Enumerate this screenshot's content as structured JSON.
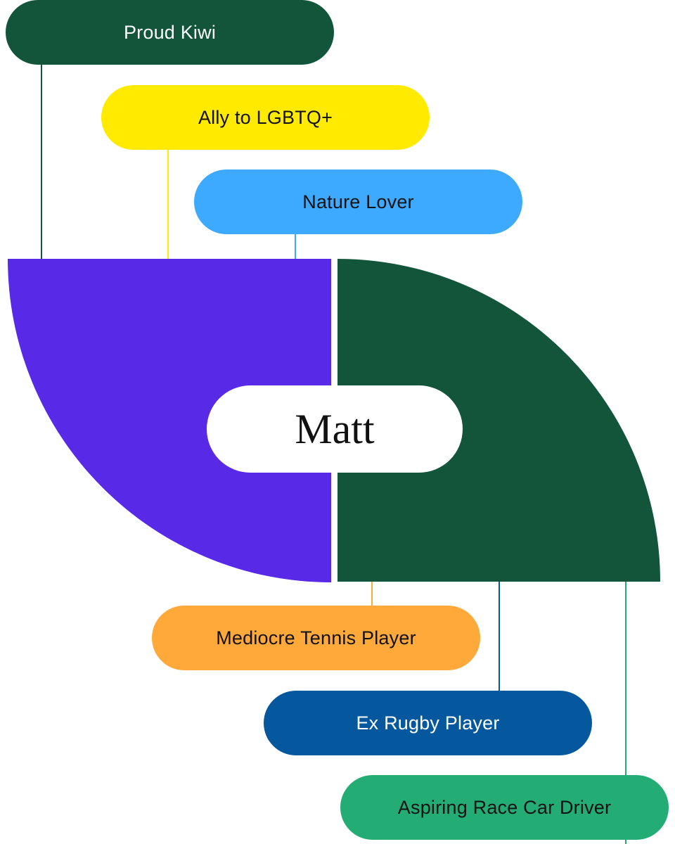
{
  "center": {
    "name": "Matt"
  },
  "traits": [
    {
      "label": "Proud Kiwi",
      "bg": "#12553a",
      "text": "#ffffff"
    },
    {
      "label": "Ally to LGBTQ+",
      "bg": "#ffea00",
      "text": "#111111"
    },
    {
      "label": "Nature Lover",
      "bg": "#3daaff",
      "text": "#111111"
    },
    {
      "label": "Mediocre Tennis Player",
      "bg": "#ffa93a",
      "text": "#111111"
    },
    {
      "label": "Ex Rugby Player",
      "bg": "#05579e",
      "text": "#ffffff"
    },
    {
      "label": "Aspiring Race Car Driver",
      "bg": "#24ac75",
      "text": "#111111"
    }
  ],
  "wedge_colors": {
    "left": "#5829e6",
    "right": "#12553a"
  }
}
